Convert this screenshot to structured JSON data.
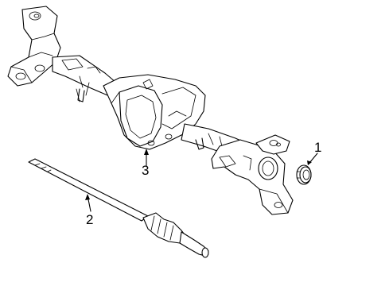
{
  "diagram": {
    "callouts": [
      {
        "id": "1",
        "label": "1",
        "part": "seal"
      },
      {
        "id": "2",
        "label": "2",
        "part": "axle-shaft"
      },
      {
        "id": "3",
        "label": "3",
        "part": "axle-housing"
      }
    ]
  }
}
